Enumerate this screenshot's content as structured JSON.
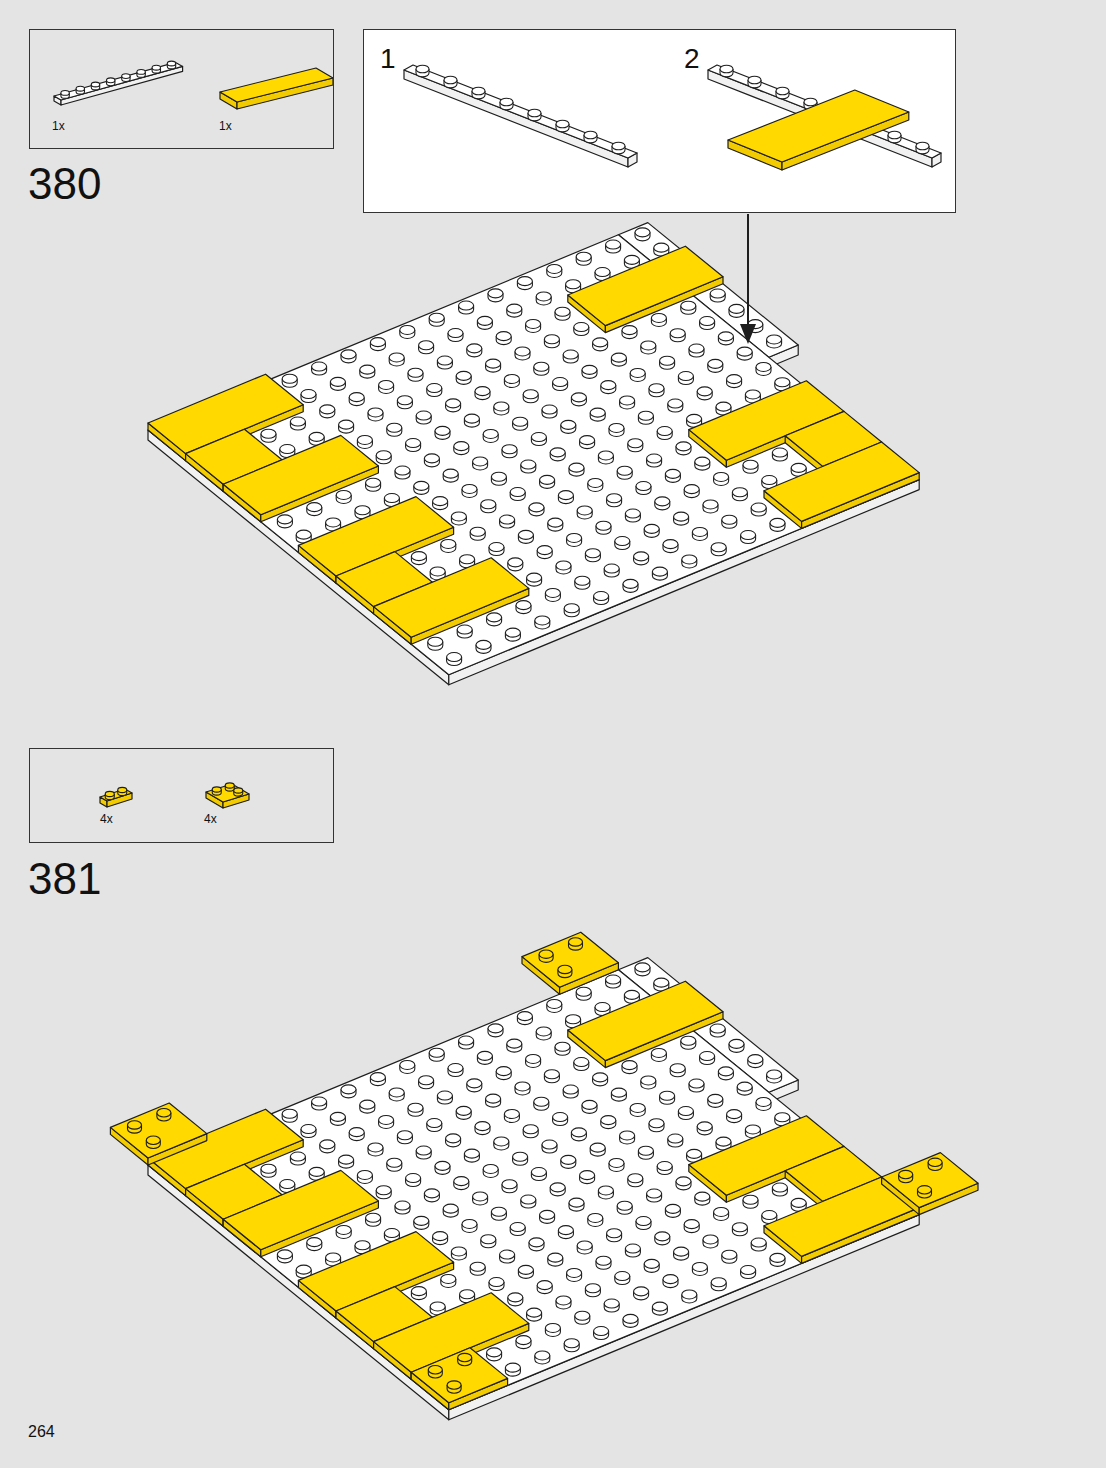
{
  "diagram": {
    "nodes": [
      {
        "text": [
          "1x",
          "1x"
        ]
      },
      {
        "text": [
          "1",
          "2"
        ]
      },
      {
        "text": [
          "4x",
          "4x"
        ]
      }
    ],
    "labels": [
      "380",
      "381",
      "264"
    ]
  }
}
